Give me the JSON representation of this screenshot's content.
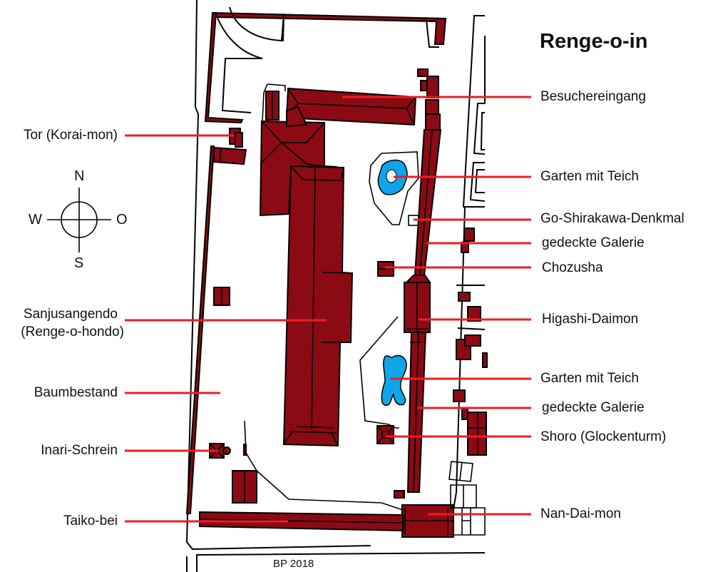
{
  "title": "Renge-o-in",
  "credit": "BP 2018",
  "compass": {
    "north": "N",
    "south": "S",
    "west": "W",
    "east": "O"
  },
  "colors": {
    "building": "#8b0a14",
    "water": "#0ea5e9",
    "leader": "#ee1c25",
    "outline": "#000000"
  },
  "labels_right": [
    {
      "id": "besuchereingang",
      "text": "Besuchereingang"
    },
    {
      "id": "garten-1",
      "text": "Garten mit Teich"
    },
    {
      "id": "denkmal",
      "text": "Go-Shirakawa-Denkmal"
    },
    {
      "id": "galerie-1",
      "text": "gedeckte Galerie"
    },
    {
      "id": "chozusha",
      "text": "Chozusha"
    },
    {
      "id": "higashi-daimon",
      "text": "Higashi-Daimon"
    },
    {
      "id": "garten-2",
      "text": "Garten mit Teich"
    },
    {
      "id": "galerie-2",
      "text": "gedeckte Galerie"
    },
    {
      "id": "shoro",
      "text": "Shoro (Glockenturm)"
    },
    {
      "id": "nan-dai-mon",
      "text": "Nan-Dai-mon"
    }
  ],
  "labels_left": [
    {
      "id": "tor",
      "text": "Tor (Korai-mon)"
    },
    {
      "id": "sanjusangendo",
      "text": "Sanjusangendo"
    },
    {
      "id": "sanjusangendo-alt",
      "text": "(Renge-o-hondo)"
    },
    {
      "id": "baumbestand",
      "text": "Baumbestand"
    },
    {
      "id": "inari",
      "text": "Inari-Schrein"
    },
    {
      "id": "taiko",
      "text": "Taiko-bei"
    }
  ]
}
